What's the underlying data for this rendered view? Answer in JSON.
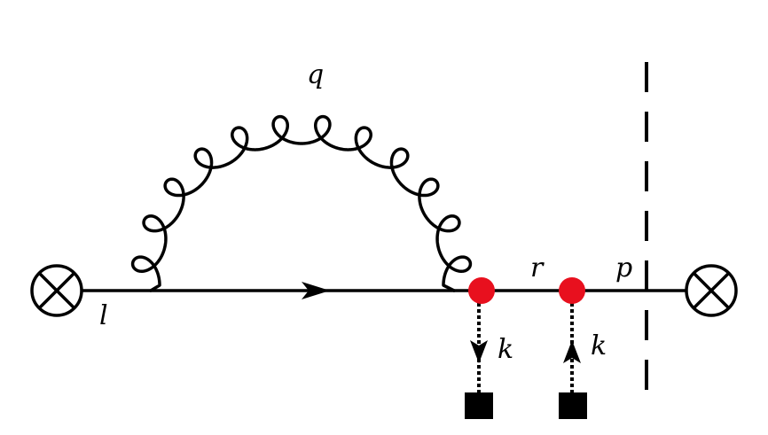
{
  "labels": {
    "gluon_momentum": "q",
    "quark_in": "l",
    "propagator_mid": "r",
    "quark_out": "p",
    "exchange_left": "k",
    "exchange_right": "k"
  },
  "colors": {
    "line": "#000000",
    "vertex": "#e8101e",
    "source": "#000000",
    "background": "#ffffff"
  },
  "icons": {
    "left_insertion": "circled-times-icon",
    "right_insertion": "circled-times-icon",
    "background_source": "filled-square-icon"
  }
}
